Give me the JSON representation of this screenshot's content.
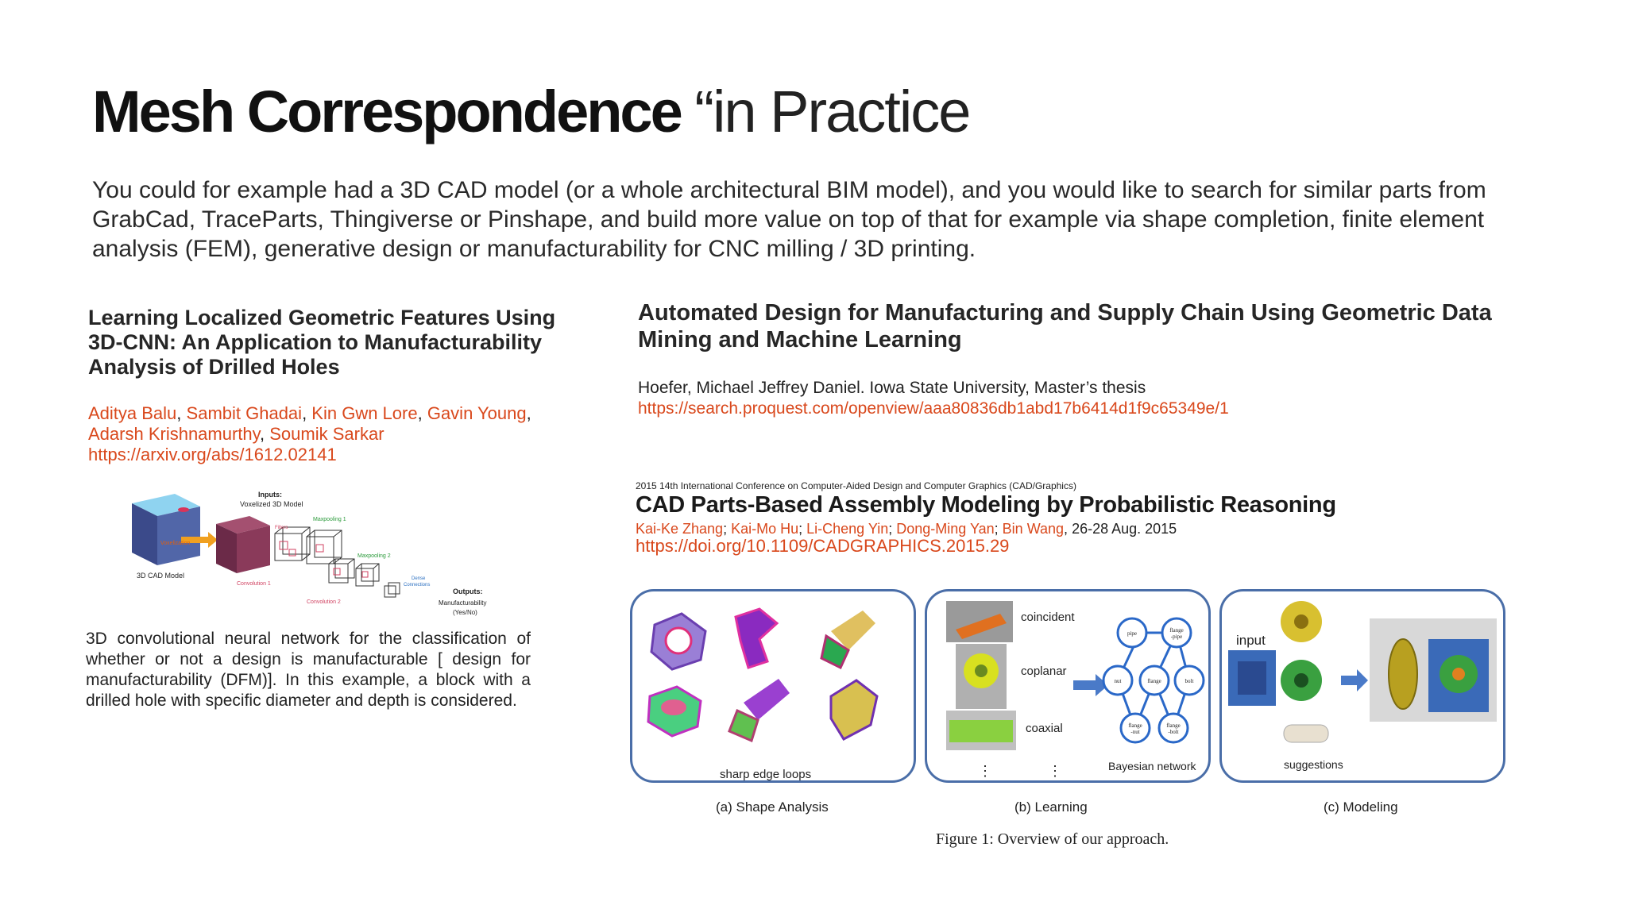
{
  "title": {
    "bold": "Mesh Correspondence",
    "light": "“in Practice"
  },
  "intro": "You could for example had a 3D CAD model (or a whole architectural BIM model), and you would like to search for similar parts from GrabCad, TraceParts, Thingiverse or Pinshape, and build more value on top of that for example via shape completion, finite element analysis (FEM), generative design or manufacturability for CNC milling / 3D printing.",
  "left_paper": {
    "title": "Learning Localized Geometric Features Using 3D-CNN: An Application to Manufacturability Analysis of Drilled Holes",
    "authors": [
      "Aditya Balu",
      "Sambit Ghadai",
      "Kin Gwn Lore",
      "Gavin Young",
      "Adarsh Krishnamurthy",
      "Soumik Sarkar"
    ],
    "link": "https://arxiv.org/abs/1612.02141",
    "figure": {
      "inputs": "Inputs:",
      "voxelized": "Voxelized 3D Model",
      "voxelization": "Voxelization",
      "cad_model": "3D CAD Model",
      "filters": "Filters",
      "conv1": "Convolution 1",
      "maxpool1": "Maxpooling 1",
      "conv2": "Convolution 2",
      "maxpool2": "Maxpooling 2",
      "dense": "Dense",
      "connections": "Connections",
      "outputs": "Outputs:",
      "manuf": "Manufacturability",
      "yesno": "(Yes/No)"
    },
    "description": "3D convolutional neural network for the classification of whether or not a design is manufacturable [ design for manufacturability (DFM)]. In this example, a block with a drilled hole with specific diameter and depth is considered."
  },
  "right_paper1": {
    "title": "Automated Design for Manufacturing and Supply Chain Using Geometric Data Mining and Machine Learning",
    "author_line": "Hoefer, Michael Jeffrey Daniel. Iowa State University, Master’s thesis",
    "link": "https://search.proquest.com/openview/aaa80836db1abd17b6414d1f9c65349e/1"
  },
  "right_paper2": {
    "conference": "2015 14th International Conference on Computer-Aided Design and Computer Graphics (CAD/Graphics)",
    "title": "CAD Parts-Based Assembly Modeling by Probabilistic Reasoning",
    "authors": [
      "Kai-Ke Zhang",
      "Kai-Mo Hu",
      "Li-Cheng Yin",
      "Dong-Ming Yan",
      "Bin Wang"
    ],
    "date": "26-28 Aug. 2015",
    "doi": "https://doi.org/10.1109/CADGRAPHICS.2015.29",
    "figure": {
      "panel_a_label": "sharp edge loops",
      "panel_b_labels": [
        "coincident",
        "coplanar",
        "coaxial",
        "Bayesian network"
      ],
      "panel_b_nodes": [
        "pipe",
        "flange\n-pipe",
        "nut",
        "flange",
        "bolt",
        "flange\n-nut",
        "flange\n-bolt"
      ],
      "panel_c_labels": [
        "input",
        "suggestions"
      ],
      "captions": [
        "(a) Shape Analysis",
        "(b) Learning",
        "(c) Modeling"
      ],
      "figure_caption": "Figure 1: Overview of our approach."
    }
  }
}
